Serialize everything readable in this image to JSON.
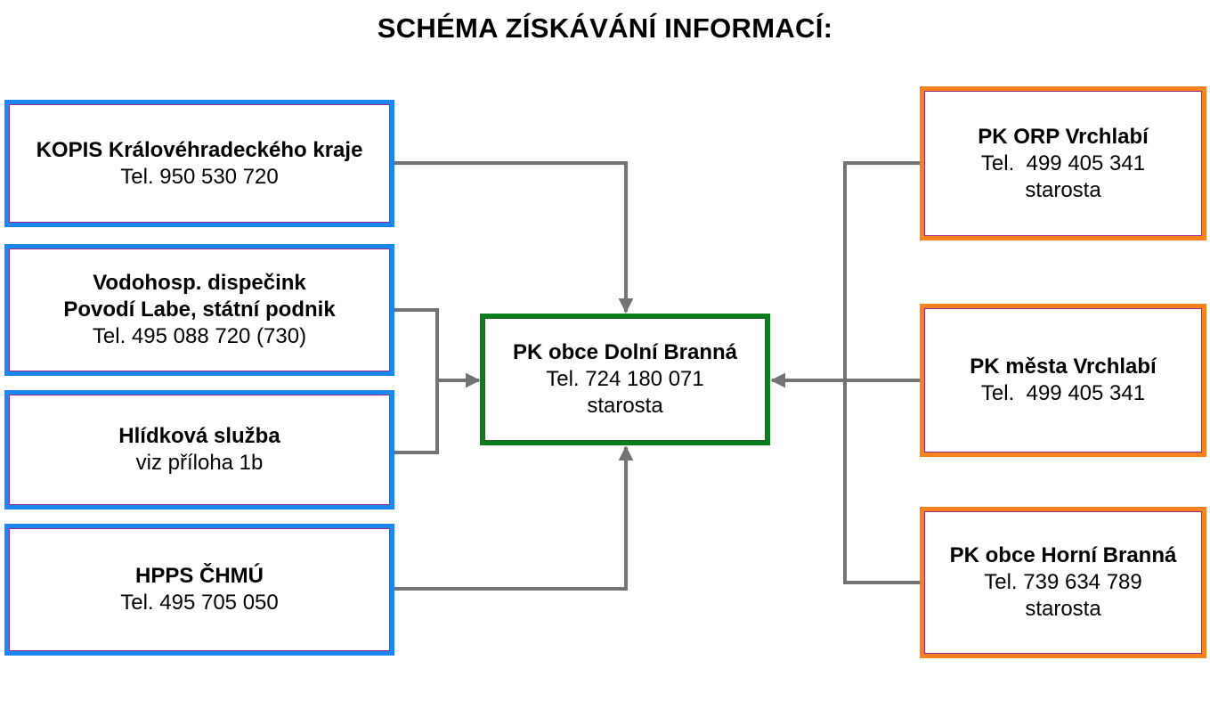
{
  "title": "SCHÉMA ZÍSKÁVÁNÍ INFORMACÍ:",
  "colors": {
    "blue_border": "#1a86f0",
    "orange_border": "#f7821e",
    "green_border": "#0a7d1c",
    "connector": "#737373"
  },
  "nodes": {
    "kopis": {
      "name": "KOPIS Královéhradeckého kraje",
      "phone": "Tel. 950 530 720"
    },
    "vodohosp": {
      "name_line1": "Vodohosp. dispečink",
      "name_line2": "Povodí Labe, státní podnik",
      "phone": "Tel. 495 088 720 (730)"
    },
    "hlidkova": {
      "name": "Hlídková služba",
      "note": "viz příloha 1b"
    },
    "hpps": {
      "name": "HPPS ČHMÚ",
      "phone": "Tel. 495 705 050"
    },
    "center": {
      "name": "PK obce Dolní Branná",
      "phone": "Tel. 724 180 071",
      "role": "starosta"
    },
    "orp": {
      "name": "PK ORP Vrchlabí",
      "phone": "Tel.  499 405 341",
      "role": "starosta"
    },
    "mesto": {
      "name": "PK města Vrchlabí",
      "phone": "Tel.  499 405 341"
    },
    "horni": {
      "name": "PK obce Horní Branná",
      "phone": "Tel. 739 634 789",
      "role": "starosta"
    }
  }
}
